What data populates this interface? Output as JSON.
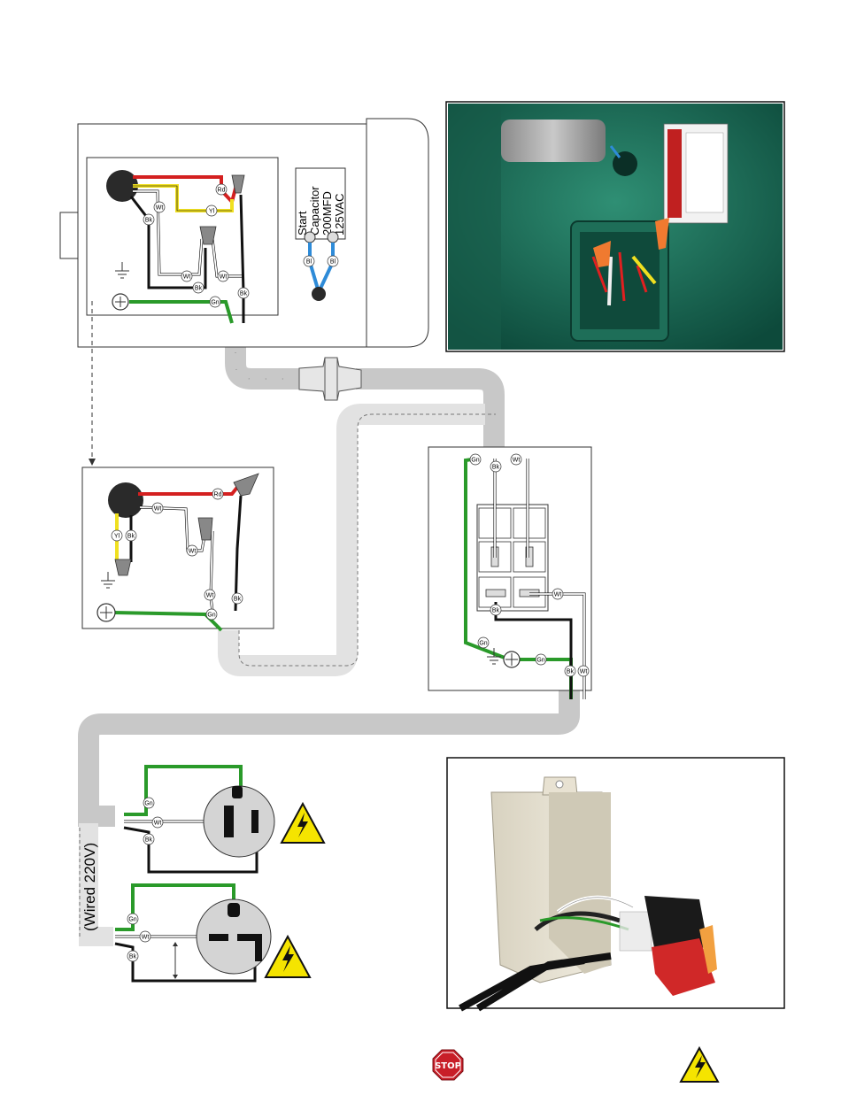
{
  "wire_labels": {
    "red": "Rd",
    "white": "Wt",
    "yellow": "Yl",
    "black": "Bk",
    "green": "Gn",
    "blue": "Bl"
  },
  "capacitor": {
    "line1": "Start",
    "line2": "Capacitor",
    "line3": "200MFD",
    "line4": "125VAC"
  },
  "plug_label": "(Wired 220V)",
  "stop_sign_text": "STOP",
  "colors": {
    "conduit": "#c8c8c8",
    "red_wire": "#d42020",
    "yellow_wire": "#f0e020",
    "green_wire": "#2a9a2a",
    "blue_wire": "#2e8bd8",
    "warning_yellow": "#f5e400",
    "stop_red": "#c81e28"
  },
  "icons": [
    "ground-icon",
    "warning-lightning-icon",
    "stop-sign-icon",
    "motor-photo",
    "switch-box-photo"
  ]
}
